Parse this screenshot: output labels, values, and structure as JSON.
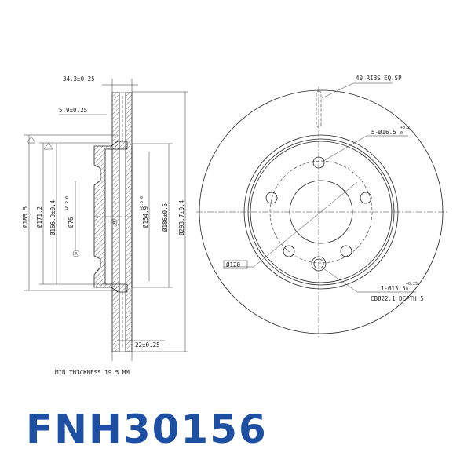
{
  "part_number": "FNH30156",
  "colors": {
    "brand": "#1d4fa3",
    "line": "#222222"
  },
  "section_view": {
    "overall_width": "34.3±0.25",
    "hat_offset": "5.9±0.25",
    "d_185": "Ø185.5",
    "d_171": "Ø171.2",
    "d_166": "Ø166.9±0.4",
    "d_76": "Ø76",
    "d_76_tol": "+0.2 0",
    "d_154": "Ø154.9",
    "d_154_tol": "+0.5 0",
    "d_186": "Ø186±0.5",
    "d_293": "Ø293.7±0.4",
    "thickness": "22±0.25",
    "marker_a": "A",
    "marker_b": "B",
    "min_thickness": "MIN THICKNESS 19.5 MM"
  },
  "front_view": {
    "ribs": "40 RIBS EQ.SP",
    "bolt_holes": "5-Ø16.5",
    "bolt_holes_tol_upper": "+0.2",
    "bolt_holes_tol_lower": "0",
    "pcd": "Ø120",
    "locator_hole": "1-Ø13.5",
    "locator_tol_upper": "+0.25",
    "locator_tol_lower": "0",
    "counterbore": "CBØ22.1 DEPTH 5"
  }
}
